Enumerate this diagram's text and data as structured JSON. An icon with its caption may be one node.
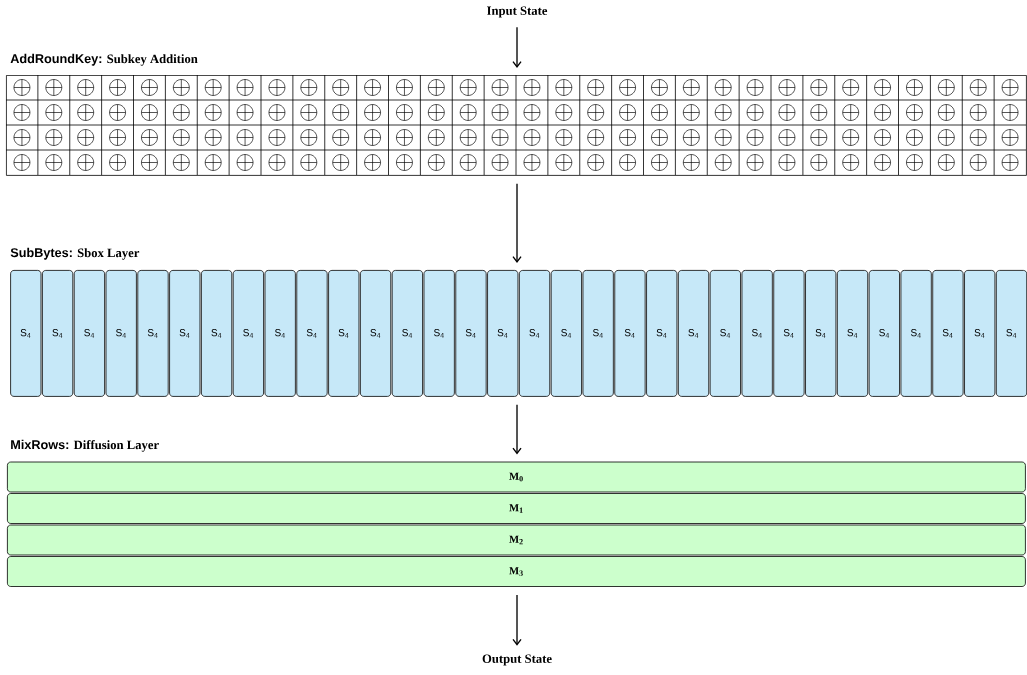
{
  "diagram": {
    "nodes": [
      {
        "text": [
          "Input State"
        ]
      },
      {
        "text": [
          "AddRoundKey:",
          "Subkey Addition"
        ]
      },
      {
        "text": [
          "S$_{4}$"
        ]
      },
      {
        "text": [
          "S$_{4}$"
        ]
      },
      {
        "text": [
          "S$_{4}$"
        ]
      },
      {
        "text": [
          "S$_{4}$"
        ]
      },
      {
        "text": [
          "S$_{4}$"
        ]
      },
      {
        "text": [
          "S$_{4}$"
        ]
      },
      {
        "text": [
          "S$_{4}$"
        ]
      },
      {
        "text": [
          "S$_{4}$"
        ]
      },
      {
        "text": [
          "S$_{4}$"
        ]
      },
      {
        "text": [
          "S$_{4}$"
        ]
      },
      {
        "text": [
          "S$_{4}$"
        ]
      },
      {
        "text": [
          "S$_{4}$"
        ]
      },
      {
        "text": [
          "S$_{4}$"
        ]
      },
      {
        "text": [
          "S$_{4}$"
        ]
      },
      {
        "text": [
          "S$_{4}$"
        ]
      },
      {
        "text": [
          "S$_{4}$"
        ]
      },
      {
        "text": [
          "S$_{4}$"
        ]
      },
      {
        "text": [
          "S$_{4}$"
        ]
      },
      {
        "text": [
          "S$_{4}$"
        ]
      },
      {
        "text": [
          "S$_{4}$"
        ]
      },
      {
        "text": [
          "S$_{4}$"
        ]
      },
      {
        "text": [
          "S$_{4}$"
        ]
      },
      {
        "text": [
          "S$_{4}$"
        ]
      },
      {
        "text": [
          "S$_{4}$"
        ]
      },
      {
        "text": [
          "S$_{4}$"
        ]
      },
      {
        "text": [
          "S$_{4}$"
        ]
      },
      {
        "text": [
          "S$_{4}$"
        ]
      },
      {
        "text": [
          "S$_{4}$"
        ]
      },
      {
        "text": [
          "S$_{4}$"
        ]
      },
      {
        "text": [
          "S$_{4}$"
        ]
      },
      {
        "text": [
          "S$_{4}$"
        ]
      },
      {
        "text": [
          "S$_{4}$"
        ]
      },
      {
        "text": [
          "M$_{0}$"
        ]
      },
      {
        "text": [
          "M$_{1}$"
        ]
      },
      {
        "text": [
          "M$_{2}$"
        ]
      },
      {
        "text": [
          "M$_{3}$"
        ]
      },
      {
        "text": [
          "Output State"
        ]
      }
    ],
    "edges": [
      {
        "from": 0,
        "to": 1,
        "arrow": "to"
      },
      {
        "from": 1,
        "to": 17,
        "arrow": "to"
      },
      {
        "from": 17,
        "to": 34,
        "arrow": "to"
      },
      {
        "from": 37,
        "to": 38,
        "arrow": "to"
      }
    ],
    "labels": [
      "SubBytes:",
      "Sbox Layer",
      "MixRows:",
      "Diffusion Layer"
    ]
  }
}
